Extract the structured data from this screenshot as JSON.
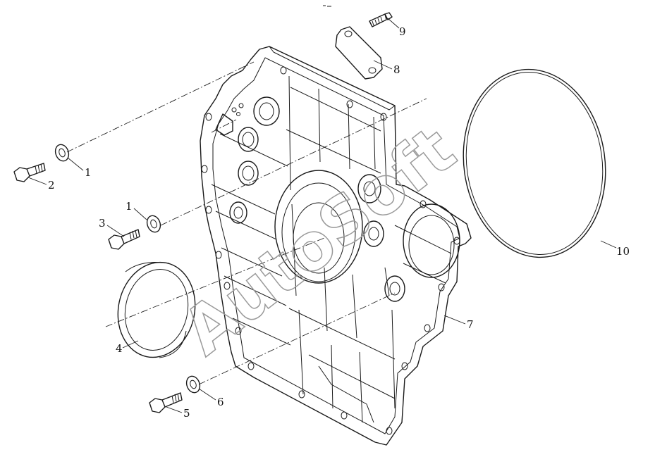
{
  "watermark_text": "AutoSoft",
  "callouts": [
    {
      "id": "1a",
      "label": "1"
    },
    {
      "id": "1b",
      "label": "1"
    },
    {
      "id": "2",
      "label": "2"
    },
    {
      "id": "3",
      "label": "3"
    },
    {
      "id": "4",
      "label": "4"
    },
    {
      "id": "5",
      "label": "5"
    },
    {
      "id": "6",
      "label": "6"
    },
    {
      "id": "7",
      "label": "7"
    },
    {
      "id": "8",
      "label": "8"
    },
    {
      "id": "9",
      "label": "9"
    },
    {
      "id": "10",
      "label": "10"
    }
  ]
}
